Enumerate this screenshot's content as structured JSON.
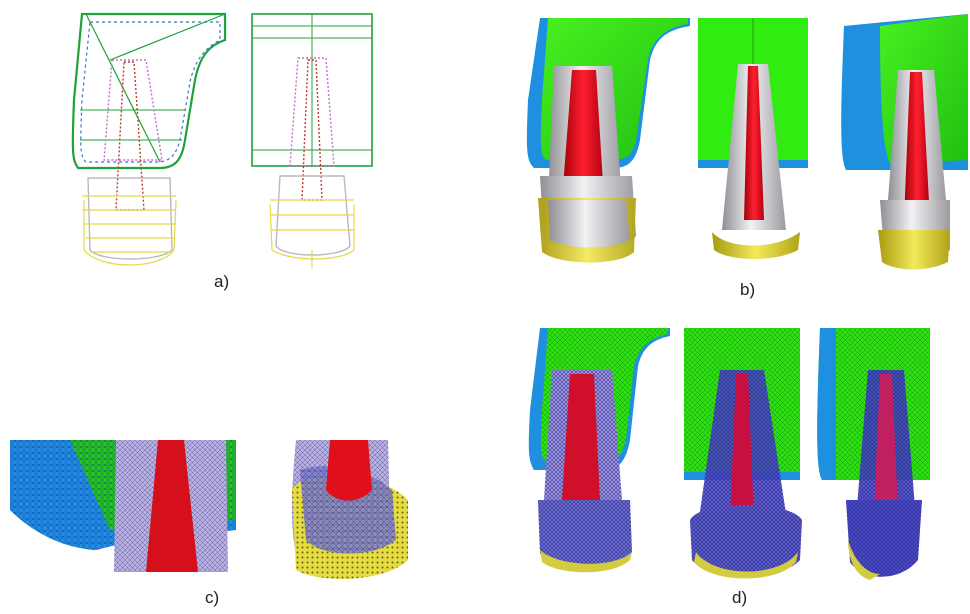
{
  "panels": [
    {
      "id": "a",
      "label": "a)"
    },
    {
      "id": "b",
      "label": "b)"
    },
    {
      "id": "c",
      "label": "c)"
    },
    {
      "id": "d",
      "label": "d)"
    }
  ],
  "colors": {
    "wire_green": "#1fa23a",
    "wire_blue": "#3a78c8",
    "wire_pink": "#c070c8",
    "wire_red": "#c0392b",
    "wire_yellow": "#e6d84a",
    "bone_green": "#2fe80f",
    "bone_blue": "#1f8fe0",
    "canal_red": "#e0101a",
    "crown_yellow": "#e8e04a",
    "tooth_gray": "#c8c8cc",
    "mesh_blue": "#2a2ac8"
  }
}
